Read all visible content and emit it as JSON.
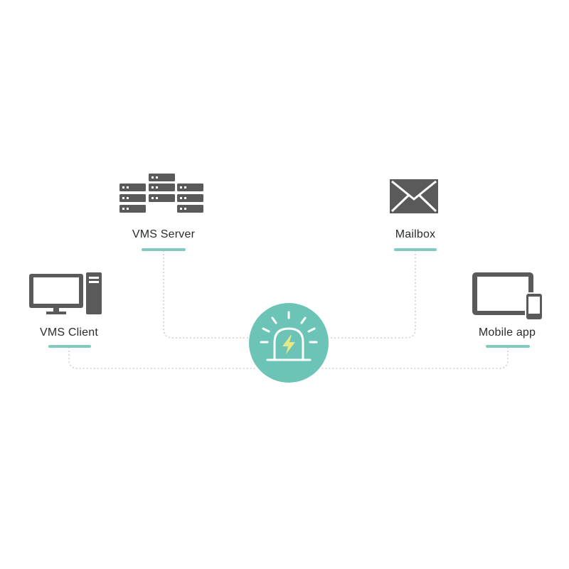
{
  "colors": {
    "accent": "#7fcabd",
    "icon": "#5a5a5a",
    "connector": "#d0d0d0",
    "hub": "#6cc4b7",
    "bolt": "#e6e987"
  },
  "nodes": {
    "vms_server": {
      "label": "VMS Server",
      "icon": "server-rack-icon"
    },
    "mailbox": {
      "label": "Mailbox",
      "icon": "envelope-icon"
    },
    "vms_client": {
      "label": "VMS Client",
      "icon": "desktop-computer-icon"
    },
    "mobile_app": {
      "label": "Mobile app",
      "icon": "tablet-phone-icon"
    }
  },
  "hub": {
    "icon": "alarm-siren-icon"
  }
}
